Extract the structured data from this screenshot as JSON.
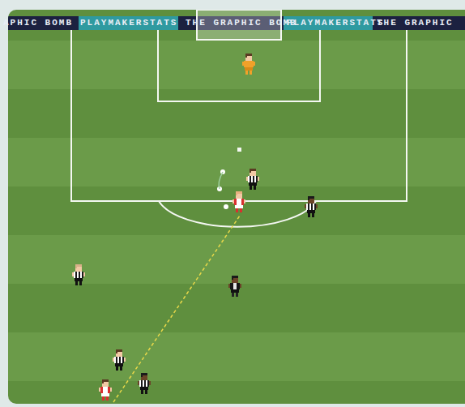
{
  "diagram": {
    "labels": [
      "APHIC BOMB",
      "PLAYMAKERSTATS",
      "THE GRAPHIC BOMB",
      "PLAYMAKERSTATS",
      "THE GRAPHIC"
    ]
  }
}
